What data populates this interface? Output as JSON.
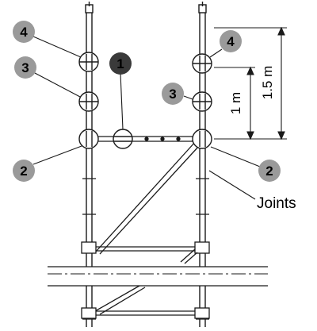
{
  "callouts": [
    {
      "number": "4",
      "badge": "light"
    },
    {
      "number": "3",
      "badge": "light"
    },
    {
      "number": "1",
      "badge": "dark"
    },
    {
      "number": "2",
      "badge": "light"
    },
    {
      "number": "4",
      "badge": "light"
    },
    {
      "number": "3",
      "badge": "light"
    },
    {
      "number": "2",
      "badge": "light"
    }
  ],
  "dimensions": {
    "short": "1 m",
    "long": "1.5 m"
  },
  "joints_label": "Joints",
  "colors": {
    "badge_light": "#9a9a9a",
    "badge_dark": "#3a3a3a",
    "line": "#1a1a1a",
    "slab": "#ffffff"
  }
}
